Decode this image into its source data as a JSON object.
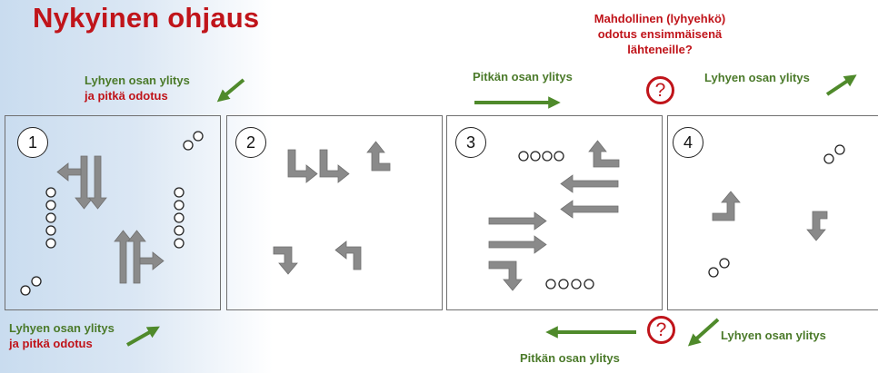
{
  "title": "Nykyinen ohjaus",
  "panels": [
    {
      "number": "1"
    },
    {
      "number": "2"
    },
    {
      "number": "3"
    },
    {
      "number": "4"
    }
  ],
  "labels": {
    "p1_top_line1": "Lyhyen osan ylitys",
    "p1_top_line2": "ja pitkä odotus",
    "p1_bottom_line1": "Lyhyen osan ylitys",
    "p1_bottom_line2": "ja pitkä odotus",
    "p3_top": "Pitkän osan ylitys",
    "p3_bottom": "Pitkän osan ylitys",
    "wait_question": "Mahdollinen (lyhyehkö) odotus ensimmäisenä lähteneille?",
    "p4_top": "Lyhyen osan ylitys",
    "p4_bottom": "Lyhyen osan ylitys",
    "question_mark": "?"
  },
  "colors": {
    "title_red": "#c0141a",
    "label_green": "#4b7a2a",
    "arrow_green": "#4f8a2b",
    "traffic_arrow_gray": "#8a8a8a",
    "panel_border": "#6f6f6f",
    "left_background": "#c9dcef"
  }
}
